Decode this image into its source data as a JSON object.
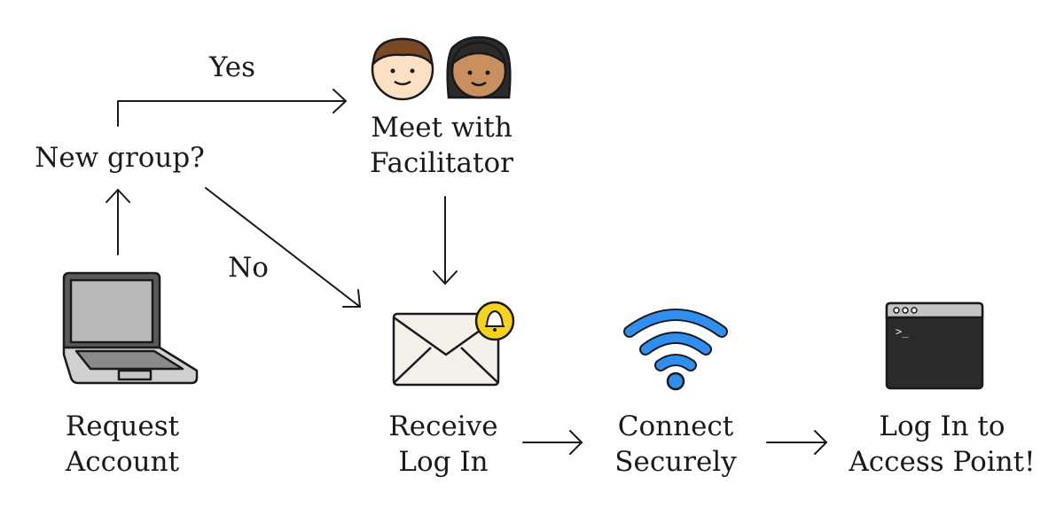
{
  "decision": {
    "label": "New group?",
    "yes_label": "Yes",
    "no_label": "No"
  },
  "steps": {
    "request": {
      "line1": "Request",
      "line2": "Account",
      "icon": "laptop-icon"
    },
    "facilitator": {
      "line1": "Meet with",
      "line2": "Facilitator",
      "icon": "people-icon"
    },
    "receive": {
      "line1": "Receive",
      "line2": "Log In",
      "icon": "envelope-bell-icon"
    },
    "connect": {
      "line1": "Connect",
      "line2": "Securely",
      "icon": "wifi-icon"
    },
    "access": {
      "line1": "Log In to",
      "line2": "Access Point!",
      "icon": "terminal-window-icon"
    }
  },
  "terminal_prompt": ">_",
  "colors": {
    "ink": "#1a1a1a",
    "wifi_blue": "#2f8ff0",
    "bell_yellow": "#f7d21a",
    "skin_light": "#fbe0c3",
    "skin_tan": "#c98f5e",
    "hair_brown": "#7a4a26",
    "hair_dark": "#2a2a2a",
    "screen_gray": "#b9b9b9",
    "terminal_dark": "#2b2b2b"
  }
}
